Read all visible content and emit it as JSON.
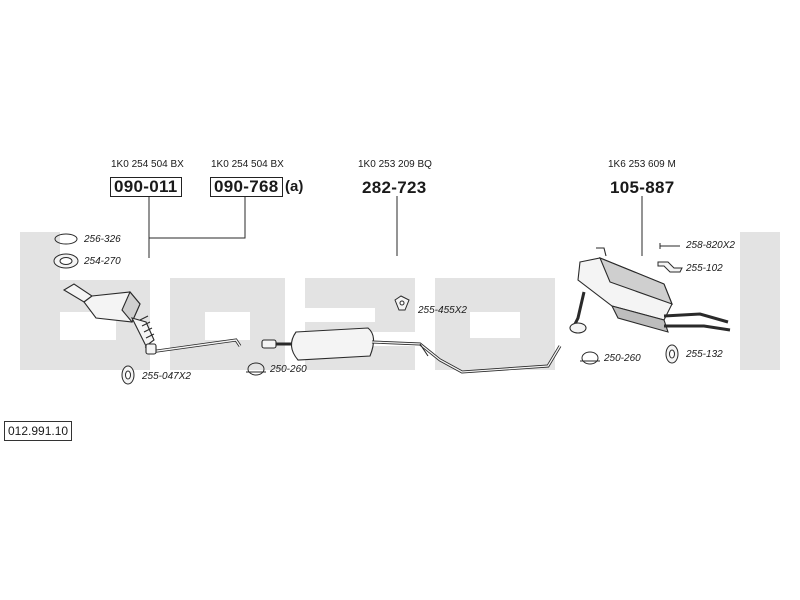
{
  "watermark": {
    "text": "bosal",
    "color": "#e3e3e3"
  },
  "diagram_ref": "012.991.10",
  "main_parts": [
    {
      "oem": "1K0 254 504 BX",
      "part_number": "090-011",
      "boxed": true,
      "suffix": ""
    },
    {
      "oem": "1K0 254 504 BX",
      "part_number": "090-768",
      "boxed": true,
      "suffix": "(a)"
    },
    {
      "oem": "1K0 253 209 BQ",
      "part_number": "282-723",
      "boxed": false,
      "suffix": ""
    },
    {
      "oem": "1K6 253 609 M",
      "part_number": "105-887",
      "boxed": false,
      "suffix": ""
    }
  ],
  "accessories": {
    "gasket": "256-326",
    "flange_clamp": "254-270",
    "front_hanger": "255-047X2",
    "clamp_front": "250-260",
    "mid_hanger": "255-455X2",
    "clamp_rear": "250-260",
    "bolt": "258-820X2",
    "rear_bracket": "255-102",
    "rear_hanger": "255-132"
  },
  "colors": {
    "line": "#2a2a2a",
    "part_fill": "#f4f4f4",
    "shade": "#b5b5b5"
  }
}
